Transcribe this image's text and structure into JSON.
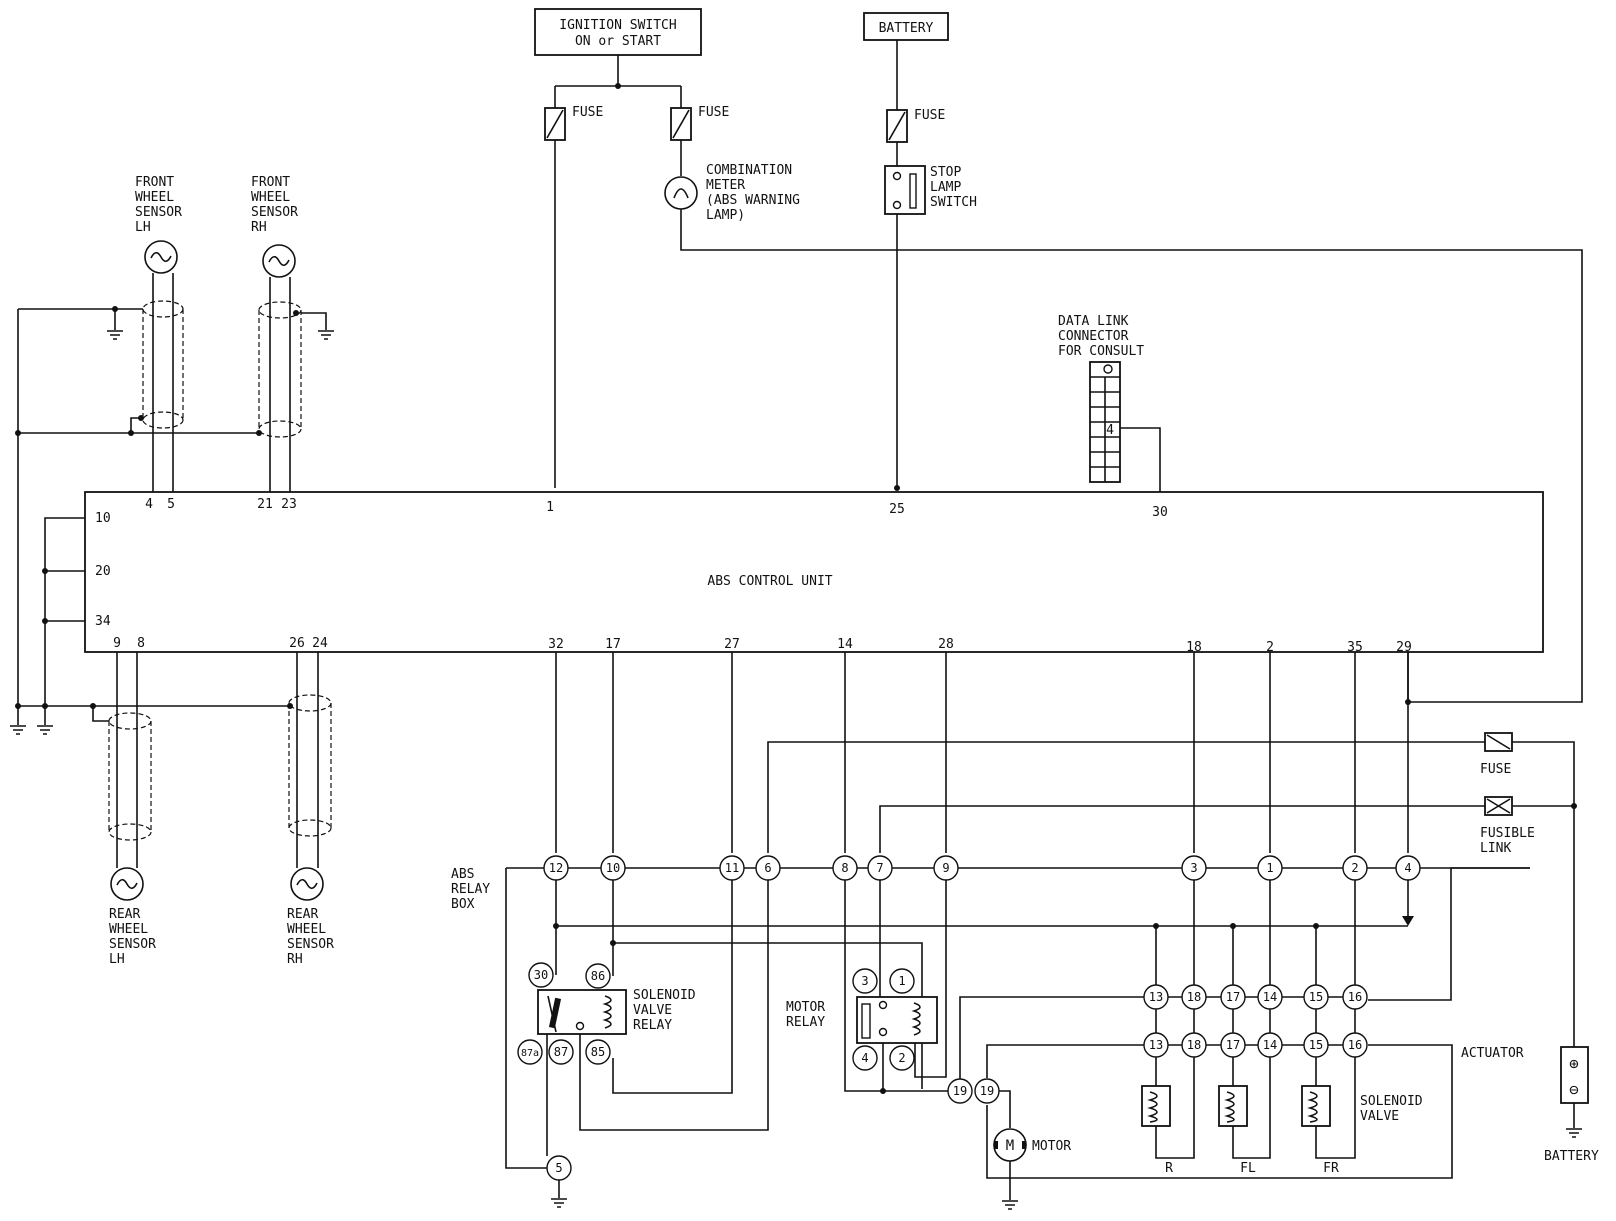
{
  "labels": {
    "ignition": [
      "IGNITION SWITCH",
      "ON or START"
    ],
    "battery_top": "BATTERY",
    "fuse": "FUSE",
    "combination_meter": [
      "COMBINATION",
      "METER",
      "(ABS WARNING",
      "LAMP)"
    ],
    "stop_lamp_switch": [
      "STOP",
      "LAMP",
      "SWITCH"
    ],
    "front_lh": [
      "FRONT",
      "WHEEL",
      "SENSOR",
      "LH"
    ],
    "front_rh": [
      "FRONT",
      "WHEEL",
      "SENSOR",
      "RH"
    ],
    "rear_lh": [
      "REAR",
      "WHEEL",
      "SENSOR",
      "LH"
    ],
    "rear_rh": [
      "REAR",
      "WHEEL",
      "SENSOR",
      "RH"
    ],
    "data_link": [
      "DATA LINK",
      "CONNECTOR",
      "FOR CONSULT"
    ],
    "data_link_pin": "4",
    "abs_unit": "ABS CONTROL UNIT",
    "abs_relay_box": [
      "ABS",
      "RELAY",
      "BOX"
    ],
    "solenoid_relay": [
      "SOLENOID",
      "VALVE",
      "RELAY"
    ],
    "motor_relay": [
      "MOTOR",
      "RELAY"
    ],
    "actuator": "ACTUATOR",
    "solenoid_valve": [
      "SOLENOID",
      "VALVE"
    ],
    "motor": "MOTOR",
    "fusible_link": [
      "FUSIBLE",
      "LINK"
    ],
    "battery_bottom": "BATTERY",
    "valve_r": "R",
    "valve_fl": "FL",
    "valve_fr": "FR",
    "battery_plus": "⊕",
    "battery_minus": "⊖",
    "motor_symbol": "M"
  },
  "ecu_pins_top": [
    "4",
    "5",
    "21",
    "23",
    "1",
    "25",
    "30"
  ],
  "ecu_pins_left": [
    "10",
    "20",
    "34"
  ],
  "ecu_pins_bottom": [
    "9",
    "8",
    "26",
    "24",
    "32",
    "17",
    "27",
    "14",
    "28",
    "18",
    "2",
    "35",
    "29"
  ],
  "relay_box_pins": [
    "12",
    "10",
    "11",
    "6",
    "8",
    "7",
    "9",
    "3",
    "1",
    "2",
    "4",
    "5",
    "19"
  ],
  "solenoid_relay_pins": [
    "30",
    "86",
    "87a",
    "87",
    "85"
  ],
  "motor_relay_pins": [
    "3",
    "1",
    "4",
    "2"
  ],
  "actuator_pins_upper": [
    "13",
    "18",
    "17",
    "14",
    "15",
    "16"
  ],
  "actuator_pins_lower": [
    "13",
    "18",
    "17",
    "14",
    "15",
    "16"
  ],
  "actuator_motor_pin": "19"
}
